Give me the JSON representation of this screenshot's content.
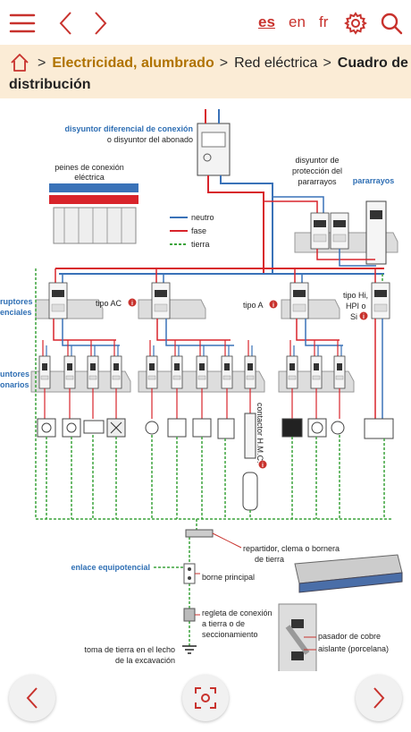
{
  "languages": [
    {
      "code": "es",
      "active": true
    },
    {
      "code": "en",
      "active": false
    },
    {
      "code": "fr",
      "active": false
    }
  ],
  "breadcrumb": {
    "level1": "Electricidad, alumbrado",
    "level2": "Red eléctrica",
    "current_line1": "Cuadro de",
    "current_line2": "distribución",
    "separator": ">"
  },
  "diagram": {
    "main_breaker_title": "disyuntor diferencial de conexión",
    "main_breaker_sub": "o disyuntor del abonado",
    "comb_line1": "peines de conexión",
    "comb_line2": "eléctrica",
    "legend": [
      {
        "label": "neutro",
        "color": "#3a72b8"
      },
      {
        "label": "fase",
        "color": "#d8242b"
      },
      {
        "label": "tierra",
        "color": "#3ca43c"
      }
    ],
    "surge_breaker_line1": "disyuntor de",
    "surge_breaker_line2": "protección del",
    "surge_breaker_line3": "pararrayos",
    "surge_arrester": "pararrayos",
    "diff_switches_line1": "ruptores",
    "diff_switches_line2": "enciales",
    "div_switches_line1": "untores",
    "div_switches_line2": "onarios",
    "type_ac": "tipo AC",
    "type_a": "tipo A",
    "type_hi_line1": "tipo Hi,",
    "type_hi_line2": "HPI o",
    "type_hi_line3": "Si",
    "contactor": "contactor H.M.C.",
    "distributor_line1": "repartidor, clema o bornera",
    "distributor_line2": "de tierra",
    "equipotential": "enlace equipotencial",
    "main_terminal": "borne principal",
    "ground_strip_line1": "regleta de conexión",
    "ground_strip_line2": "a tierra o de",
    "ground_strip_line3": "seccionamiento",
    "ground_rod_line1": "toma de tierra en el lecho",
    "ground_rod_line2": "de la excavación",
    "copper_pin": "pasador de cobre",
    "insulator": "aislante (porcelana)",
    "info_icon_glyph": "i"
  },
  "colors": {
    "accent": "#c8322d",
    "breadcrumb_bg": "#fbecd6",
    "breadcrumb_link": "#b07300",
    "neutral_wire": "#3a72b8",
    "phase_wire": "#d8242b",
    "earth_wire": "#3ca43c",
    "label_blue": "#2f6fb4"
  },
  "icons": {
    "menu": "hamburger-menu-icon",
    "back": "chevron-left-icon",
    "forward": "chevron-right-icon",
    "settings": "gear-icon",
    "search": "search-icon",
    "home": "home-icon",
    "prev": "arrow-left-icon",
    "zoom": "focus-frame-icon",
    "next": "arrow-right-icon"
  }
}
